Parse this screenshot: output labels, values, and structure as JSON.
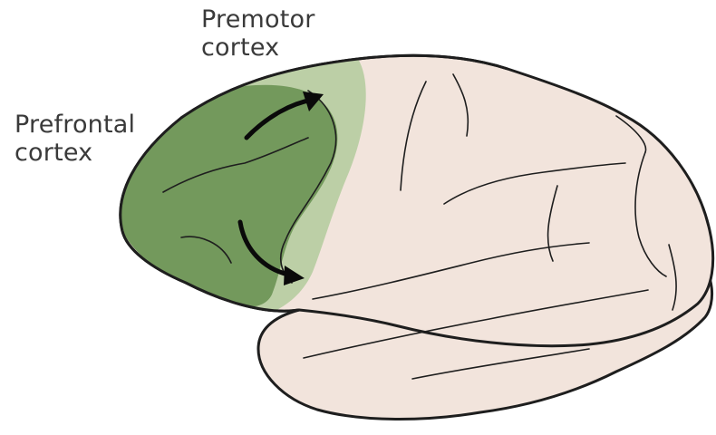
{
  "labels": {
    "premotor": {
      "line1": "Premotor",
      "line2": "cortex"
    },
    "prefrontal": {
      "line1": "Prefrontal",
      "line2": "cortex"
    }
  },
  "colors": {
    "brain_fill": "#f2e4dc",
    "prefrontal_fill": "#73995c",
    "premotor_fill": "#bccfa6",
    "outline": "#1e1e1e",
    "label_text": "#3a3a3a"
  },
  "icons": [
    "upper-arrow-icon",
    "lower-arrow-icon"
  ]
}
